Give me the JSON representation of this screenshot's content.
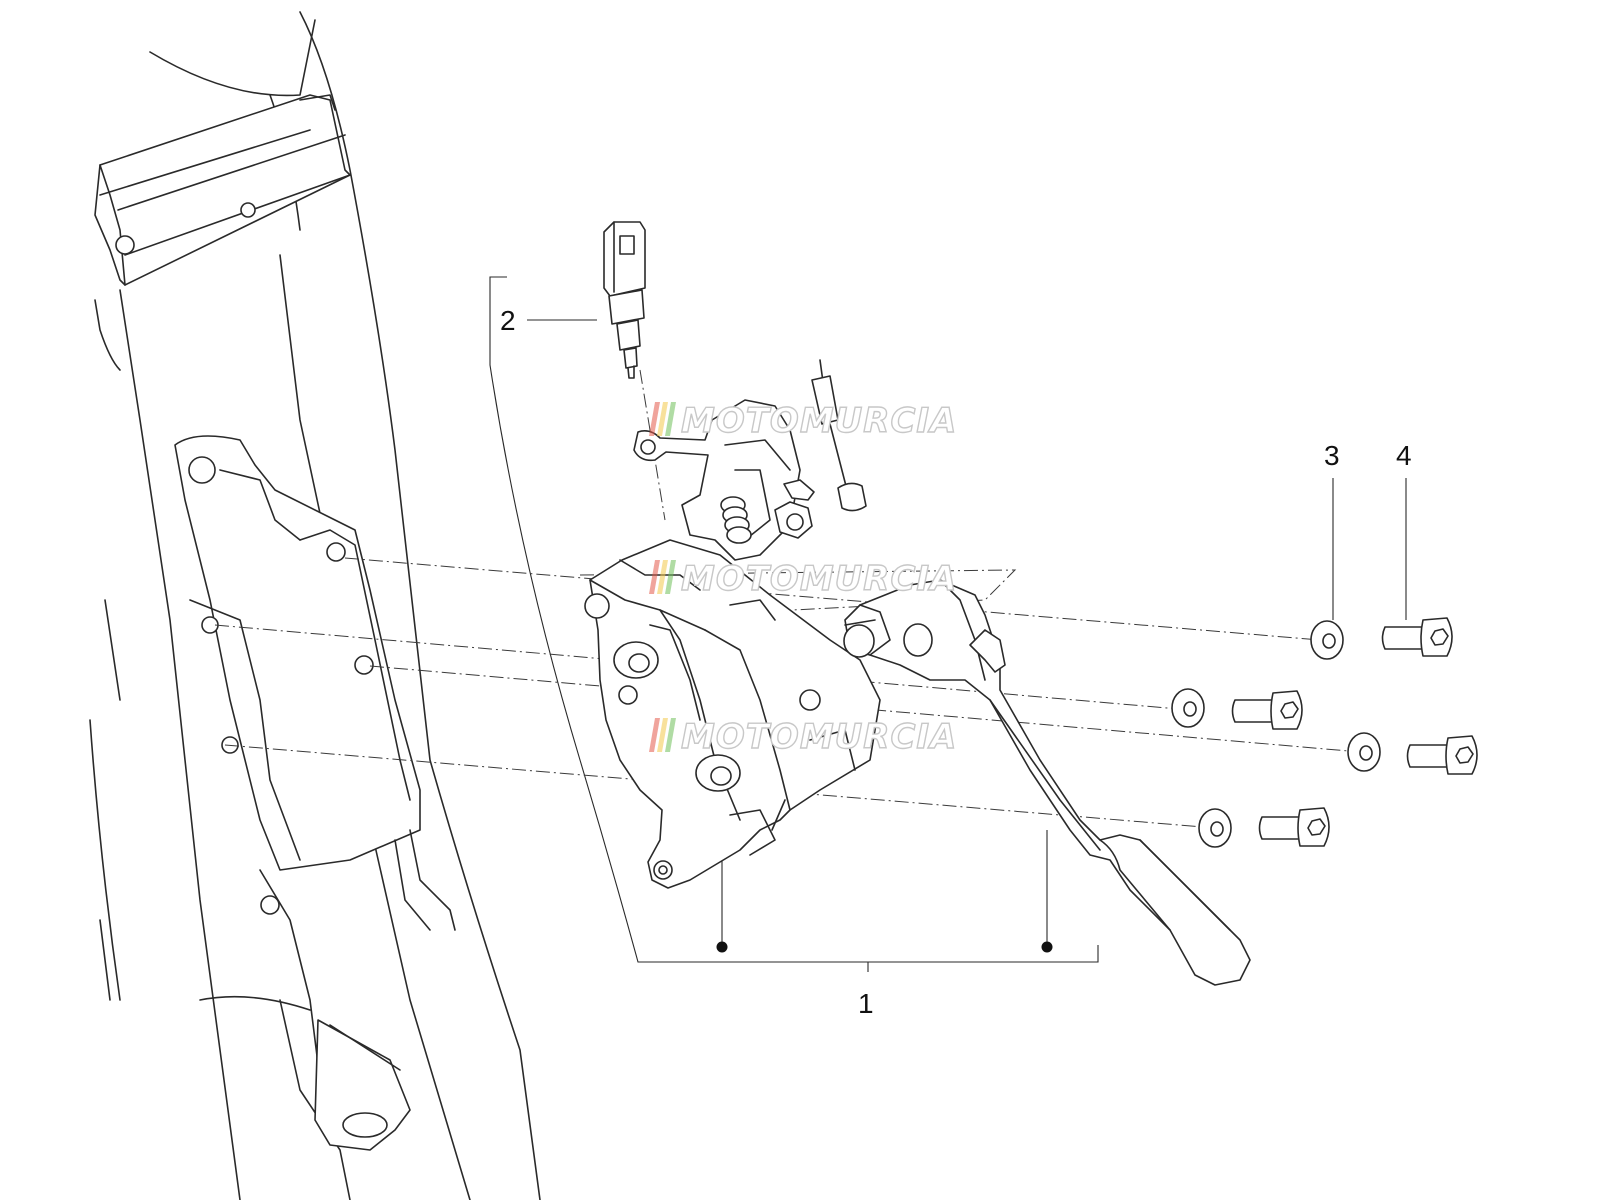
{
  "diagram": {
    "callouts": [
      {
        "id": "1",
        "label": "1"
      },
      {
        "id": "2",
        "label": "2"
      },
      {
        "id": "3",
        "label": "3"
      },
      {
        "id": "4",
        "label": "4"
      }
    ],
    "watermark": "MOTOMURCIA",
    "colors": {
      "line": "#2a2a2a",
      "background": "#ffffff",
      "watermark_stripes": [
        "#e45a4a",
        "#f2c84b",
        "#6fbf5a"
      ]
    }
  }
}
